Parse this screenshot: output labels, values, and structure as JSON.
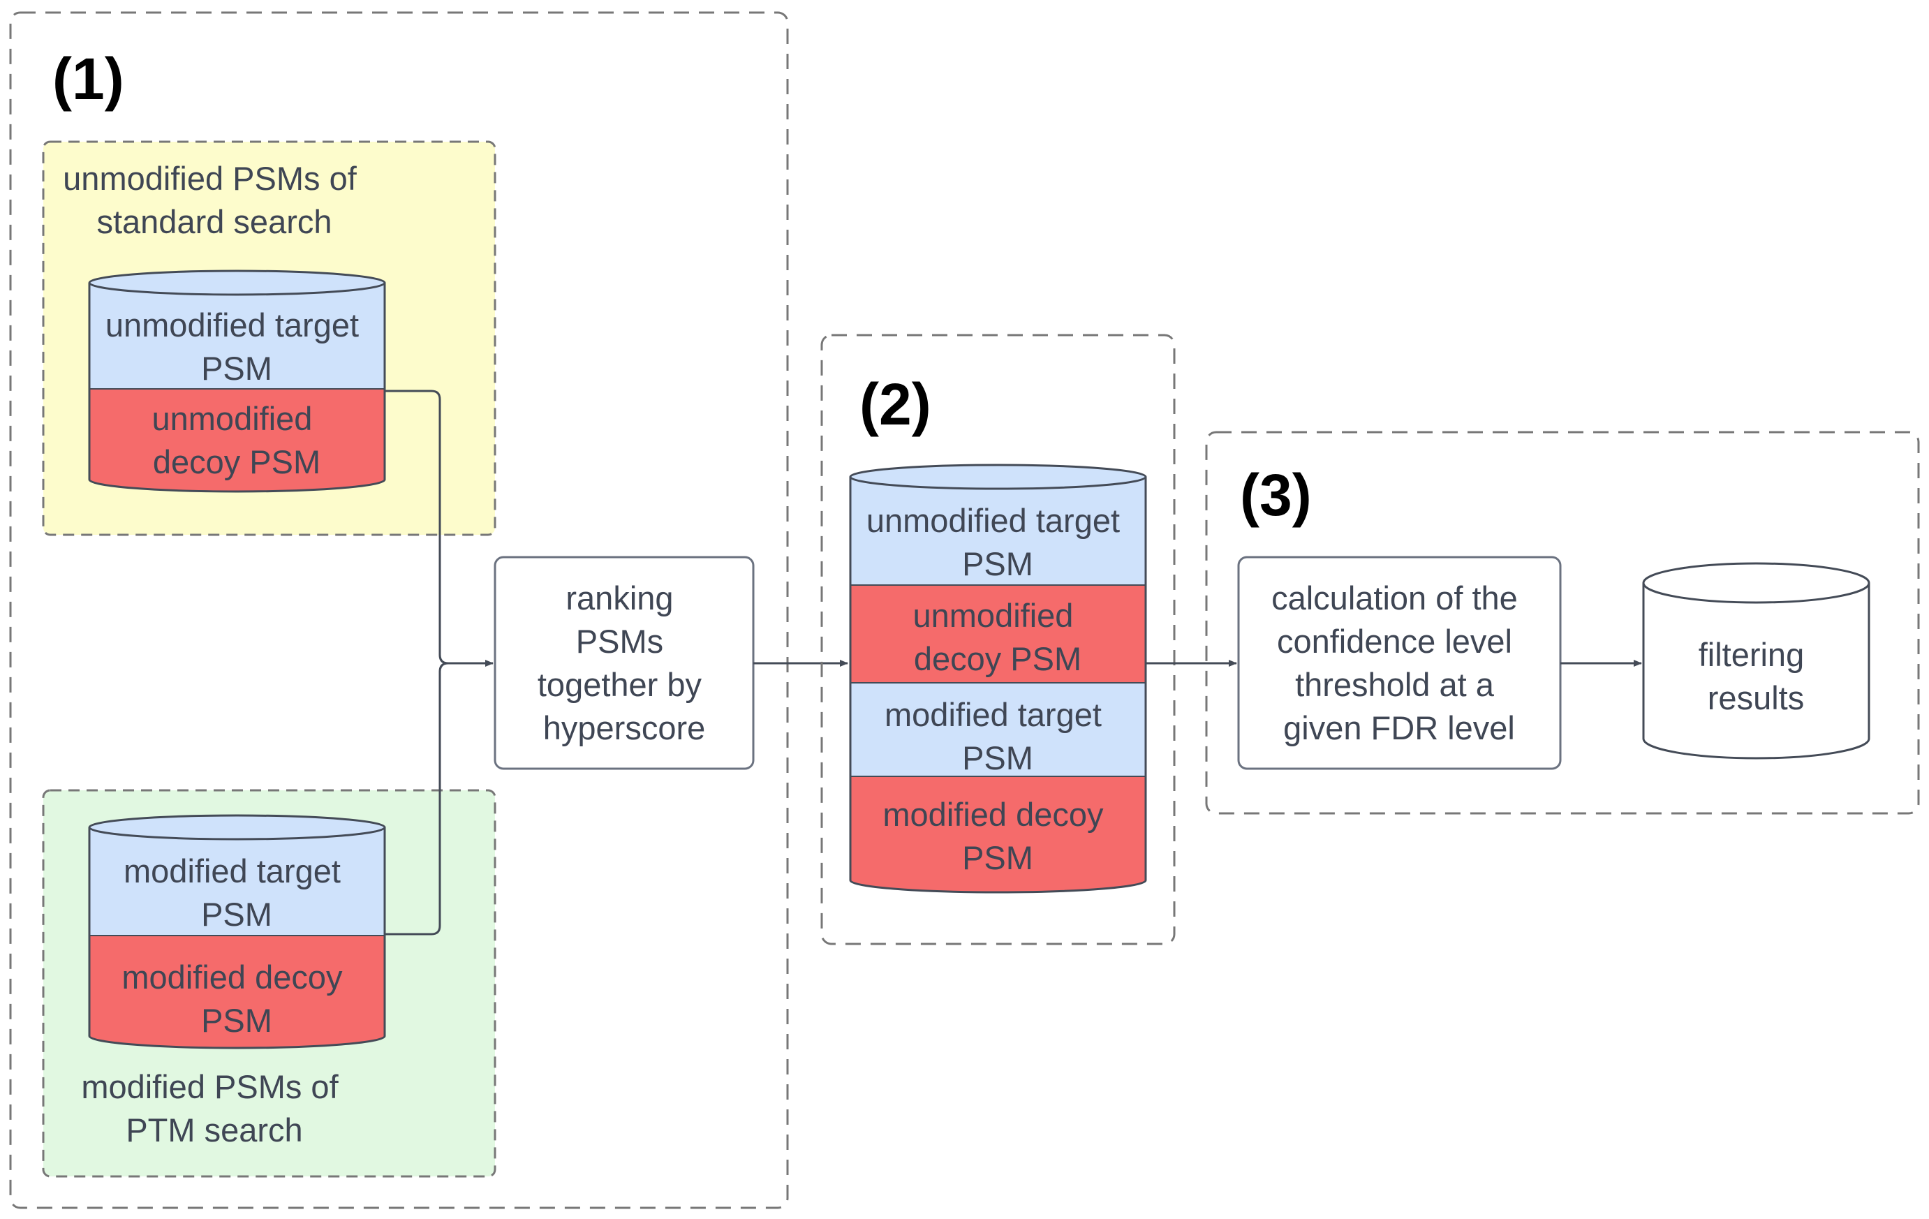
{
  "colors": {
    "target_fill": "#cfe2fb",
    "decoy_fill": "#f56b6b",
    "standard_group_fill": "#fdfccc",
    "ptm_group_fill": "#e1f8e1",
    "stroke": "#444b57",
    "dash_stroke": "#777777",
    "text": "#3f4654"
  },
  "panel1": {
    "label": "(1)",
    "standard_group": {
      "title_lines": [
        "unmodified PSMs of",
        "standard search"
      ],
      "target_lines": [
        "unmodified target",
        "PSM"
      ],
      "decoy_lines": [
        "unmodified",
        "decoy PSM"
      ]
    },
    "ptm_group": {
      "title_lines": [
        "modified PSMs of",
        "PTM search"
      ],
      "target_lines": [
        "modified target",
        "PSM"
      ],
      "decoy_lines": [
        "modified decoy",
        "PSM"
      ]
    },
    "ranking_box_lines": [
      "ranking",
      "PSMs",
      "together by",
      "hyperscore"
    ]
  },
  "panel2": {
    "label": "(2)",
    "segments": [
      {
        "kind": "target",
        "lines": [
          "unmodified target",
          "PSM"
        ]
      },
      {
        "kind": "decoy",
        "lines": [
          "unmodified",
          "decoy PSM"
        ]
      },
      {
        "kind": "target",
        "lines": [
          "modified target",
          "PSM"
        ]
      },
      {
        "kind": "decoy",
        "lines": [
          "modified decoy",
          "PSM"
        ]
      }
    ]
  },
  "panel3": {
    "label": "(3)",
    "calc_box_lines": [
      "calculation of the",
      "confidence level",
      "threshold at a",
      "given FDR level"
    ],
    "results_lines": [
      "filtering",
      "results"
    ]
  }
}
